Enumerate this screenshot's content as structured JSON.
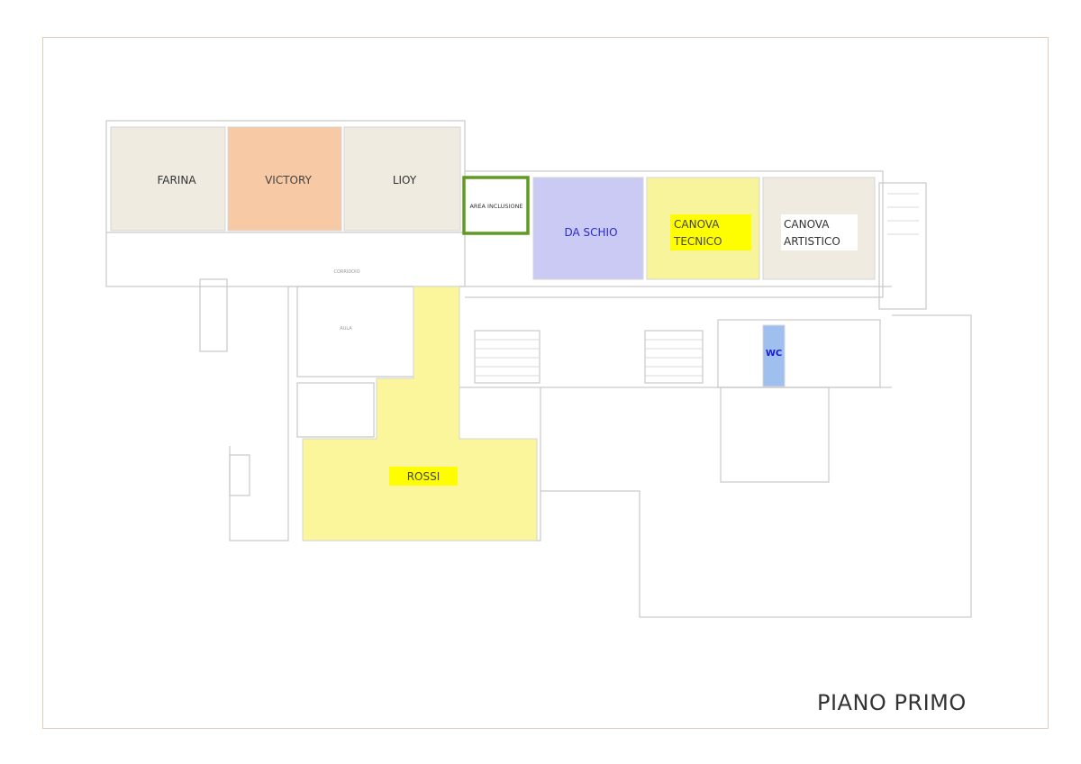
{
  "plan": {
    "title": "PIANO PRIMO",
    "rooms": [
      {
        "id": "farina",
        "label": "FARINA",
        "fill": "#efebe1",
        "text_color": "#333333"
      },
      {
        "id": "victory",
        "label": "VICTORY",
        "fill": "#f8c9a5",
        "text_color": "#444444"
      },
      {
        "id": "lioy",
        "label": "LIOY",
        "fill": "#efebe1",
        "text_color": "#333333"
      },
      {
        "id": "area-inclusione",
        "label": "AREA INCLUSIONE",
        "fill": "#ffffff",
        "border": "#5e9b22",
        "text_color": "#333333"
      },
      {
        "id": "da-schio",
        "label": "DA SCHIO",
        "fill": "#cacaf5",
        "text_color": "#2b2bcc"
      },
      {
        "id": "canova-tecnico",
        "label_line1": "CANOVA",
        "label_line2": "TECNICO",
        "fill": "#f8f49b",
        "label_bg": "#fefe00",
        "text_color": "#444444"
      },
      {
        "id": "canova-artistico",
        "label_line1": "CANOVA",
        "label_line2": "ARTISTICO",
        "fill": "#efebe1",
        "label_bg": "#ffffff",
        "text_color": "#333333"
      },
      {
        "id": "wc",
        "label": "WC",
        "fill": "#9fbfee",
        "text_color": "#1a1acc"
      },
      {
        "id": "rossi",
        "label": "ROSSI",
        "fill": "#fbf59c",
        "label_bg": "#fefe00",
        "text_color": "#444444"
      }
    ],
    "minor_labels": {
      "aula": "AULA",
      "corridoio": "CORRIDOIO"
    }
  }
}
